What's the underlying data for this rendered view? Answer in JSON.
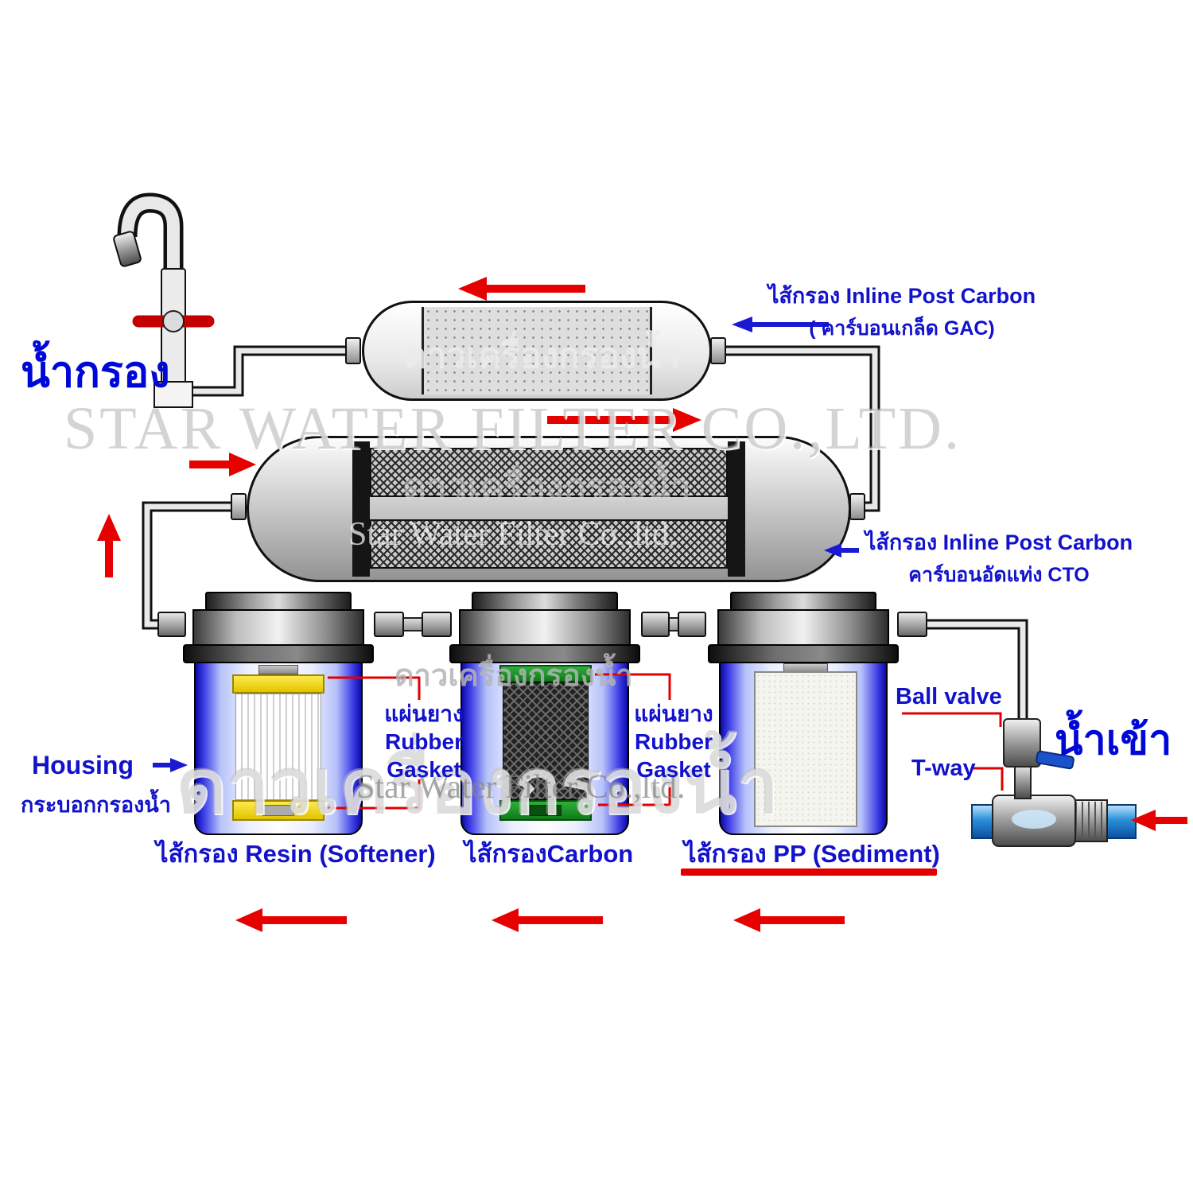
{
  "watermarks": {
    "company_en_large": "STAR WATER FILTER CO.,LTD.",
    "company_en_small": "Star Water Filter Co.,ltd.",
    "company_th": "ดาวเครื่องกรองน้ำ"
  },
  "flow_labels": {
    "filtered_water": "น้ำกรอง",
    "inlet_water": "น้ำเข้า"
  },
  "gac_filter_callout": {
    "line1": "ไส้กรอง Inline Post Carbon",
    "line2": "( คาร์บอนเกล็ด GAC)"
  },
  "cto_filter_callout": {
    "line1": "ไส้กรอง Inline Post Carbon",
    "line2": "คาร์บอนอัดแท่ง CTO"
  },
  "housing_callout": {
    "en": "Housing",
    "th": "กระบอกกรองน้ำ"
  },
  "gasket_callout": {
    "th": "แผ่นยาง",
    "en_line1": "Rubber",
    "en_line2": "Gasket"
  },
  "stage_labels": {
    "resin": "ไส้กรอง Resin (Softener)",
    "carbon": "ไส้กรองCarbon",
    "sediment": "ไส้กรอง PP (Sediment)"
  },
  "valve_labels": {
    "ball_valve": "Ball valve",
    "t_way": "T-way"
  },
  "colors": {
    "label_blue": "#1212cc",
    "deep_blue": "#0008d8",
    "arrow_red": "#e60000",
    "housing_blue": "#0b0baa",
    "pipe_blue": "#2a8fd8",
    "yellow_gasket": "#ffe94d",
    "green_gasket": "#0f7a1a"
  }
}
